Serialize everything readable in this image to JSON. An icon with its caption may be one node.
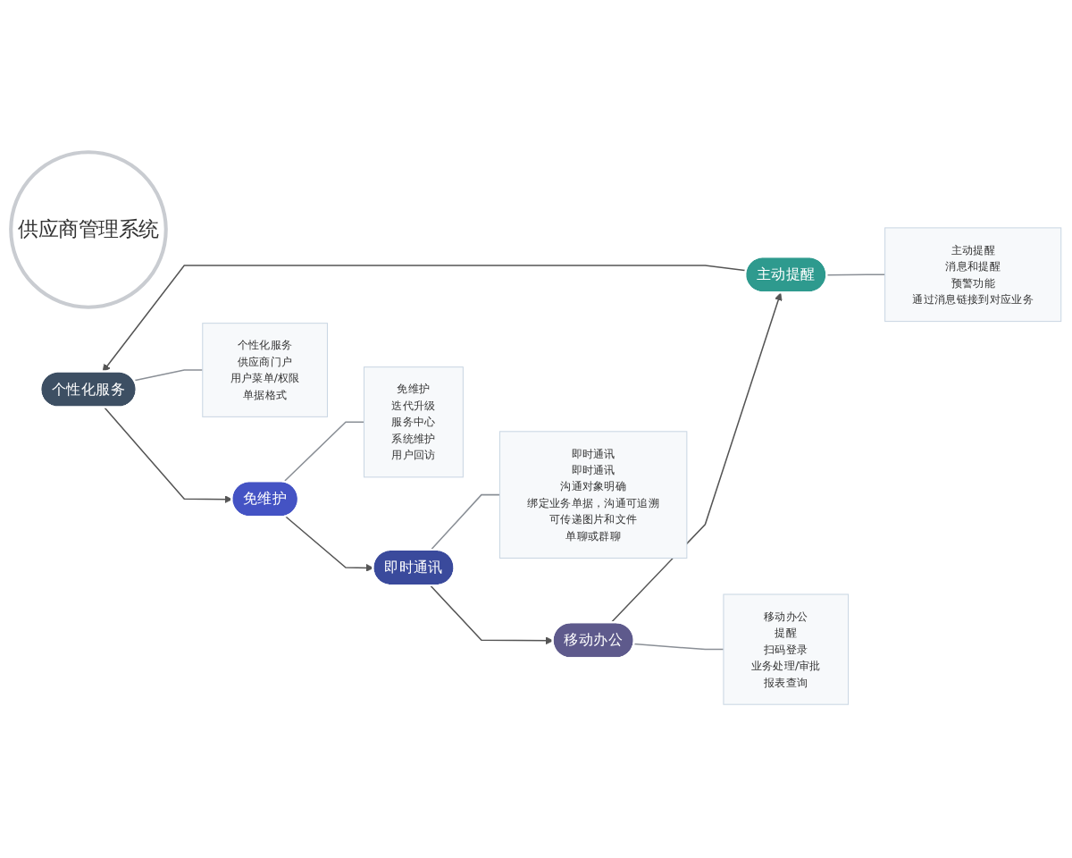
{
  "diagram": {
    "nodes": [
      {
        "text": [
          "供应商管理系统"
        ]
      },
      {
        "text": [
          "个性化服务"
        ]
      },
      {
        "text": [
          "免维护"
        ]
      },
      {
        "text": [
          "即时通讯"
        ]
      },
      {
        "text": [
          "移动办公"
        ]
      },
      {
        "text": [
          "主动提醒"
        ]
      },
      {
        "text": [
          "个性化服务",
          "供应商门户",
          "用户菜单/权限",
          "单据格式"
        ]
      },
      {
        "text": [
          "免维护",
          "迭代升级",
          "服务中心",
          "系统维护",
          "用户回访"
        ]
      },
      {
        "text": [
          "即时通讯",
          "即时通讯",
          "沟通对象明确",
          "绑定业务单据，沟通可追溯",
          "可传递图片和文件",
          "单聊或群聊"
        ]
      },
      {
        "text": [
          "移动办公",
          "提醒",
          "扫码登录",
          "业务处理/审批",
          "报表查询"
        ]
      },
      {
        "text": [
          "主动提醒",
          "消息和提醒",
          "预警功能",
          "通过消息链接到对应业务"
        ]
      }
    ],
    "edges": [
      {
        "from": 1,
        "to": 2,
        "arrow": "to"
      },
      {
        "from": 2,
        "to": 3,
        "arrow": "to"
      },
      {
        "from": 3,
        "to": 4,
        "arrow": "to"
      },
      {
        "from": 4,
        "to": 5,
        "arrow": "to"
      },
      {
        "from": 5,
        "to": 1,
        "arrow": "to"
      },
      {
        "from": 1,
        "to": 6,
        "arrow": "none"
      },
      {
        "from": 2,
        "to": 7,
        "arrow": "none"
      },
      {
        "from": 3,
        "to": 8,
        "arrow": "none"
      },
      {
        "from": 4,
        "to": 9,
        "arrow": "none"
      },
      {
        "from": 5,
        "to": 10,
        "arrow": "none"
      }
    ]
  }
}
